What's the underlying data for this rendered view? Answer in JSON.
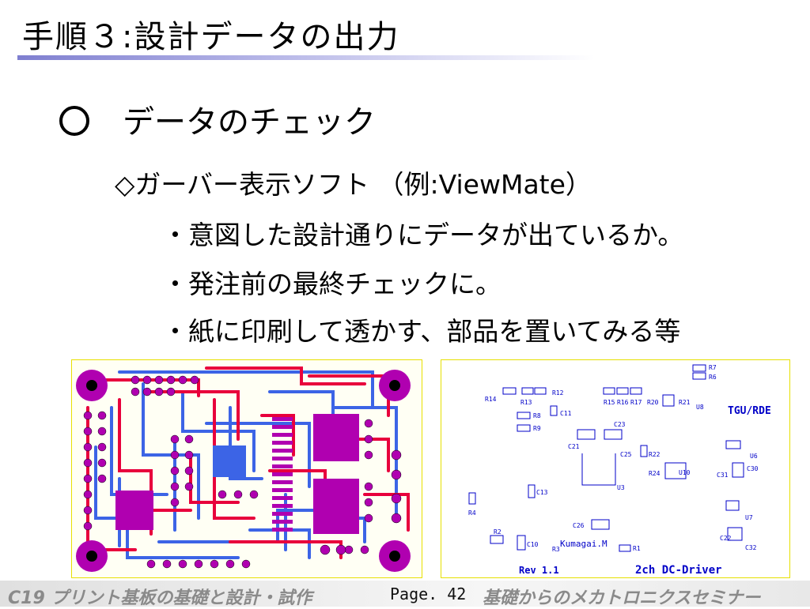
{
  "slide": {
    "title": "手順３:設計データの出力",
    "heading": "データのチェック",
    "subheading": "◇ガーバー表示ソフト （例:ViewMate）",
    "bullets": [
      "・意図した設計通りにデータが出ているか。",
      "・発注前の最終チェックに。",
      "・紙に印刷して透かす、部品を置いてみる等"
    ]
  },
  "silkscreen": {
    "board_name": "2ch DC-Driver",
    "revision": "Rev 1.1",
    "author": "Kumagai.M",
    "org": "TGU/RDE",
    "refs": [
      "R7",
      "R6",
      "R12",
      "R13",
      "R14",
      "R15",
      "R16",
      "R17",
      "R20",
      "R21",
      "U8",
      "R8",
      "R9",
      "C11",
      "C23",
      "C21",
      "C25",
      "R22",
      "R24",
      "U10",
      "U6",
      "C31",
      "C30",
      "U3",
      "C13",
      "R4",
      "C26",
      "U7",
      "R2",
      "C10",
      "R1",
      "R3",
      "C22",
      "C32"
    ]
  },
  "footer": {
    "left": "C19  プリント基板の基礎と設計・試作",
    "page": "Page. 42",
    "right": "基礎からのメカトロニクスセミナー"
  },
  "colors": {
    "pad": "#b000b0",
    "trace_top": "#e8003c",
    "trace_bottom": "#3c64e6",
    "silk": "#0000c8",
    "board_outline": "#e6e000"
  }
}
